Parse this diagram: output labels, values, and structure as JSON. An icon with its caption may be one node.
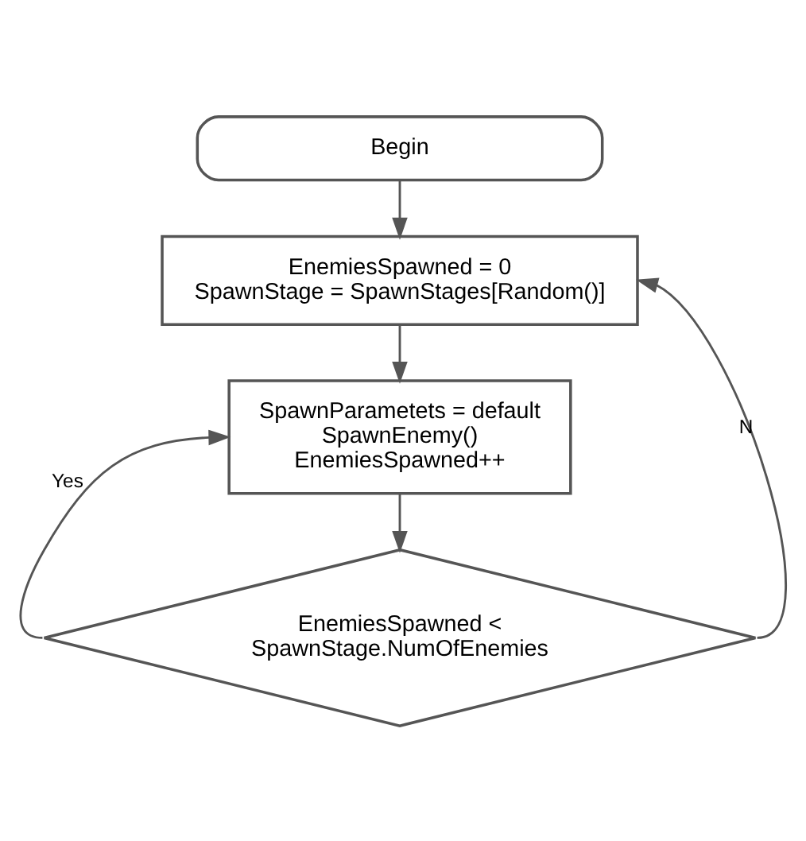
{
  "diagram": {
    "nodes": [
      {
        "text": [
          "Begin"
        ]
      },
      {
        "text": [
          "EnemiesSpawned = 0 SpawnStage = SpawnStages[Random()]"
        ]
      },
      {
        "text": [
          "SpawnParametets = default SpawnEnemy() EnemiesSpawned++"
        ]
      },
      {
        "text": [
          "EnemiesSpawned < SpawnStage.NumOfEnemies"
        ]
      }
    ],
    "edges": [
      {
        "from": 0,
        "to": 1,
        "arrow": "to"
      },
      {
        "from": 1,
        "to": 2,
        "arrow": "to"
      },
      {
        "from": 2,
        "to": 3,
        "arrow": "to"
      },
      {
        "from": 3,
        "to": 2,
        "arrow": "to",
        "label": "Yes"
      },
      {
        "from": 3,
        "to": 1,
        "arrow": "to",
        "label": "N"
      }
    ]
  }
}
